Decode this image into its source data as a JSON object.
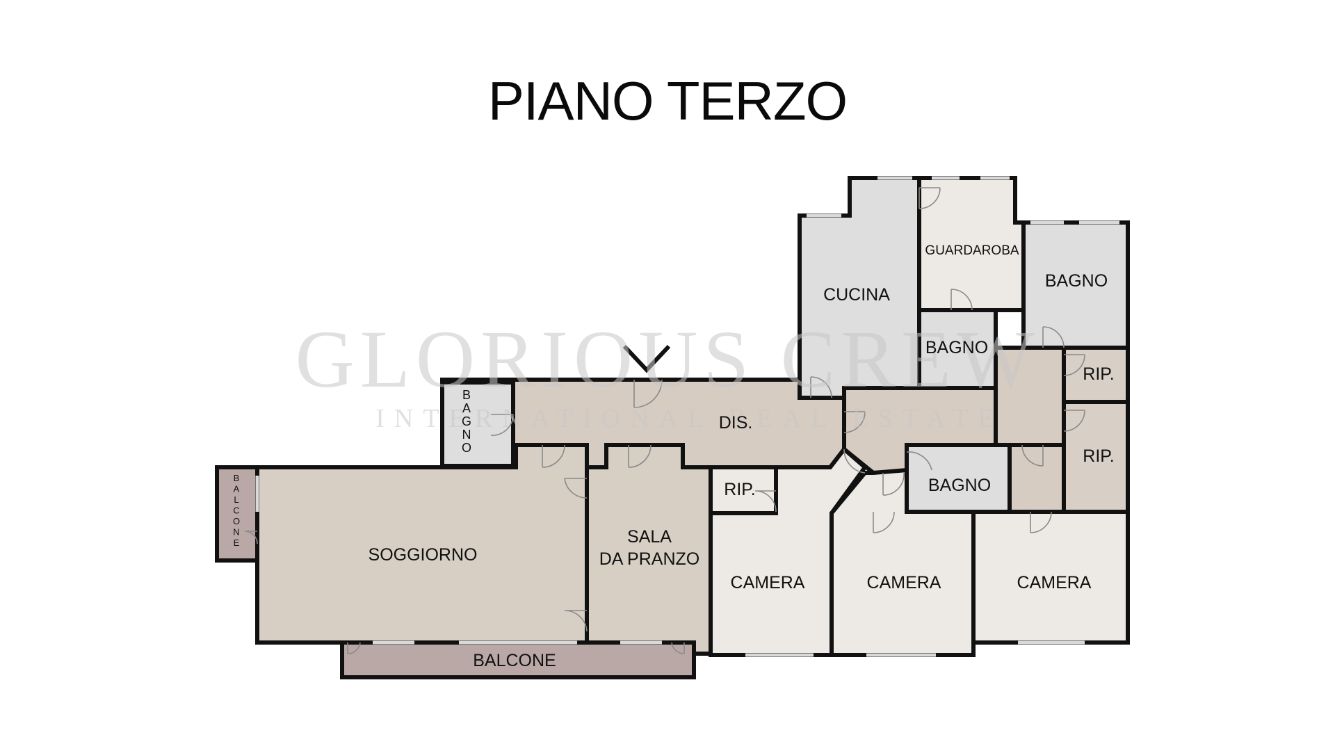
{
  "title": "PIANO TERZO",
  "watermark": {
    "line1": "GLORIOUS CREW",
    "line2": "INTERNATIONAL REAL ESTATE"
  },
  "rooms": {
    "guardaroba": "GUARDAROBA",
    "cucina": "CUCINA",
    "bagno_top": "BAGNO",
    "bagno_mid": "BAGNO",
    "bagno_small": "BAGNO",
    "bagno_low": "BAGNO",
    "dis": "DIS.",
    "rip_right1": "RIP.",
    "rip_right2": "RIP.",
    "rip_mid": "RIP.",
    "balcone_side": "BALCONE",
    "soggiorno": "SOGGIORNO",
    "sala_line1": "SALA",
    "sala_line2": "DA PRANZO",
    "camera1": "CAMERA",
    "camera2": "CAMERA",
    "camera3": "CAMERA",
    "balcone_bottom": "BALCONE"
  },
  "colors": {
    "wall": "#111111",
    "living": "#d7cec4",
    "kitchen_bath": "#dddedd",
    "bedroom": "#ede9e4",
    "storage": "#d8cfc6",
    "balcony": "#b9a8a6",
    "corridor": "#d6ccc2"
  },
  "icons": {
    "entrance": "entrance-chevron-icon"
  }
}
